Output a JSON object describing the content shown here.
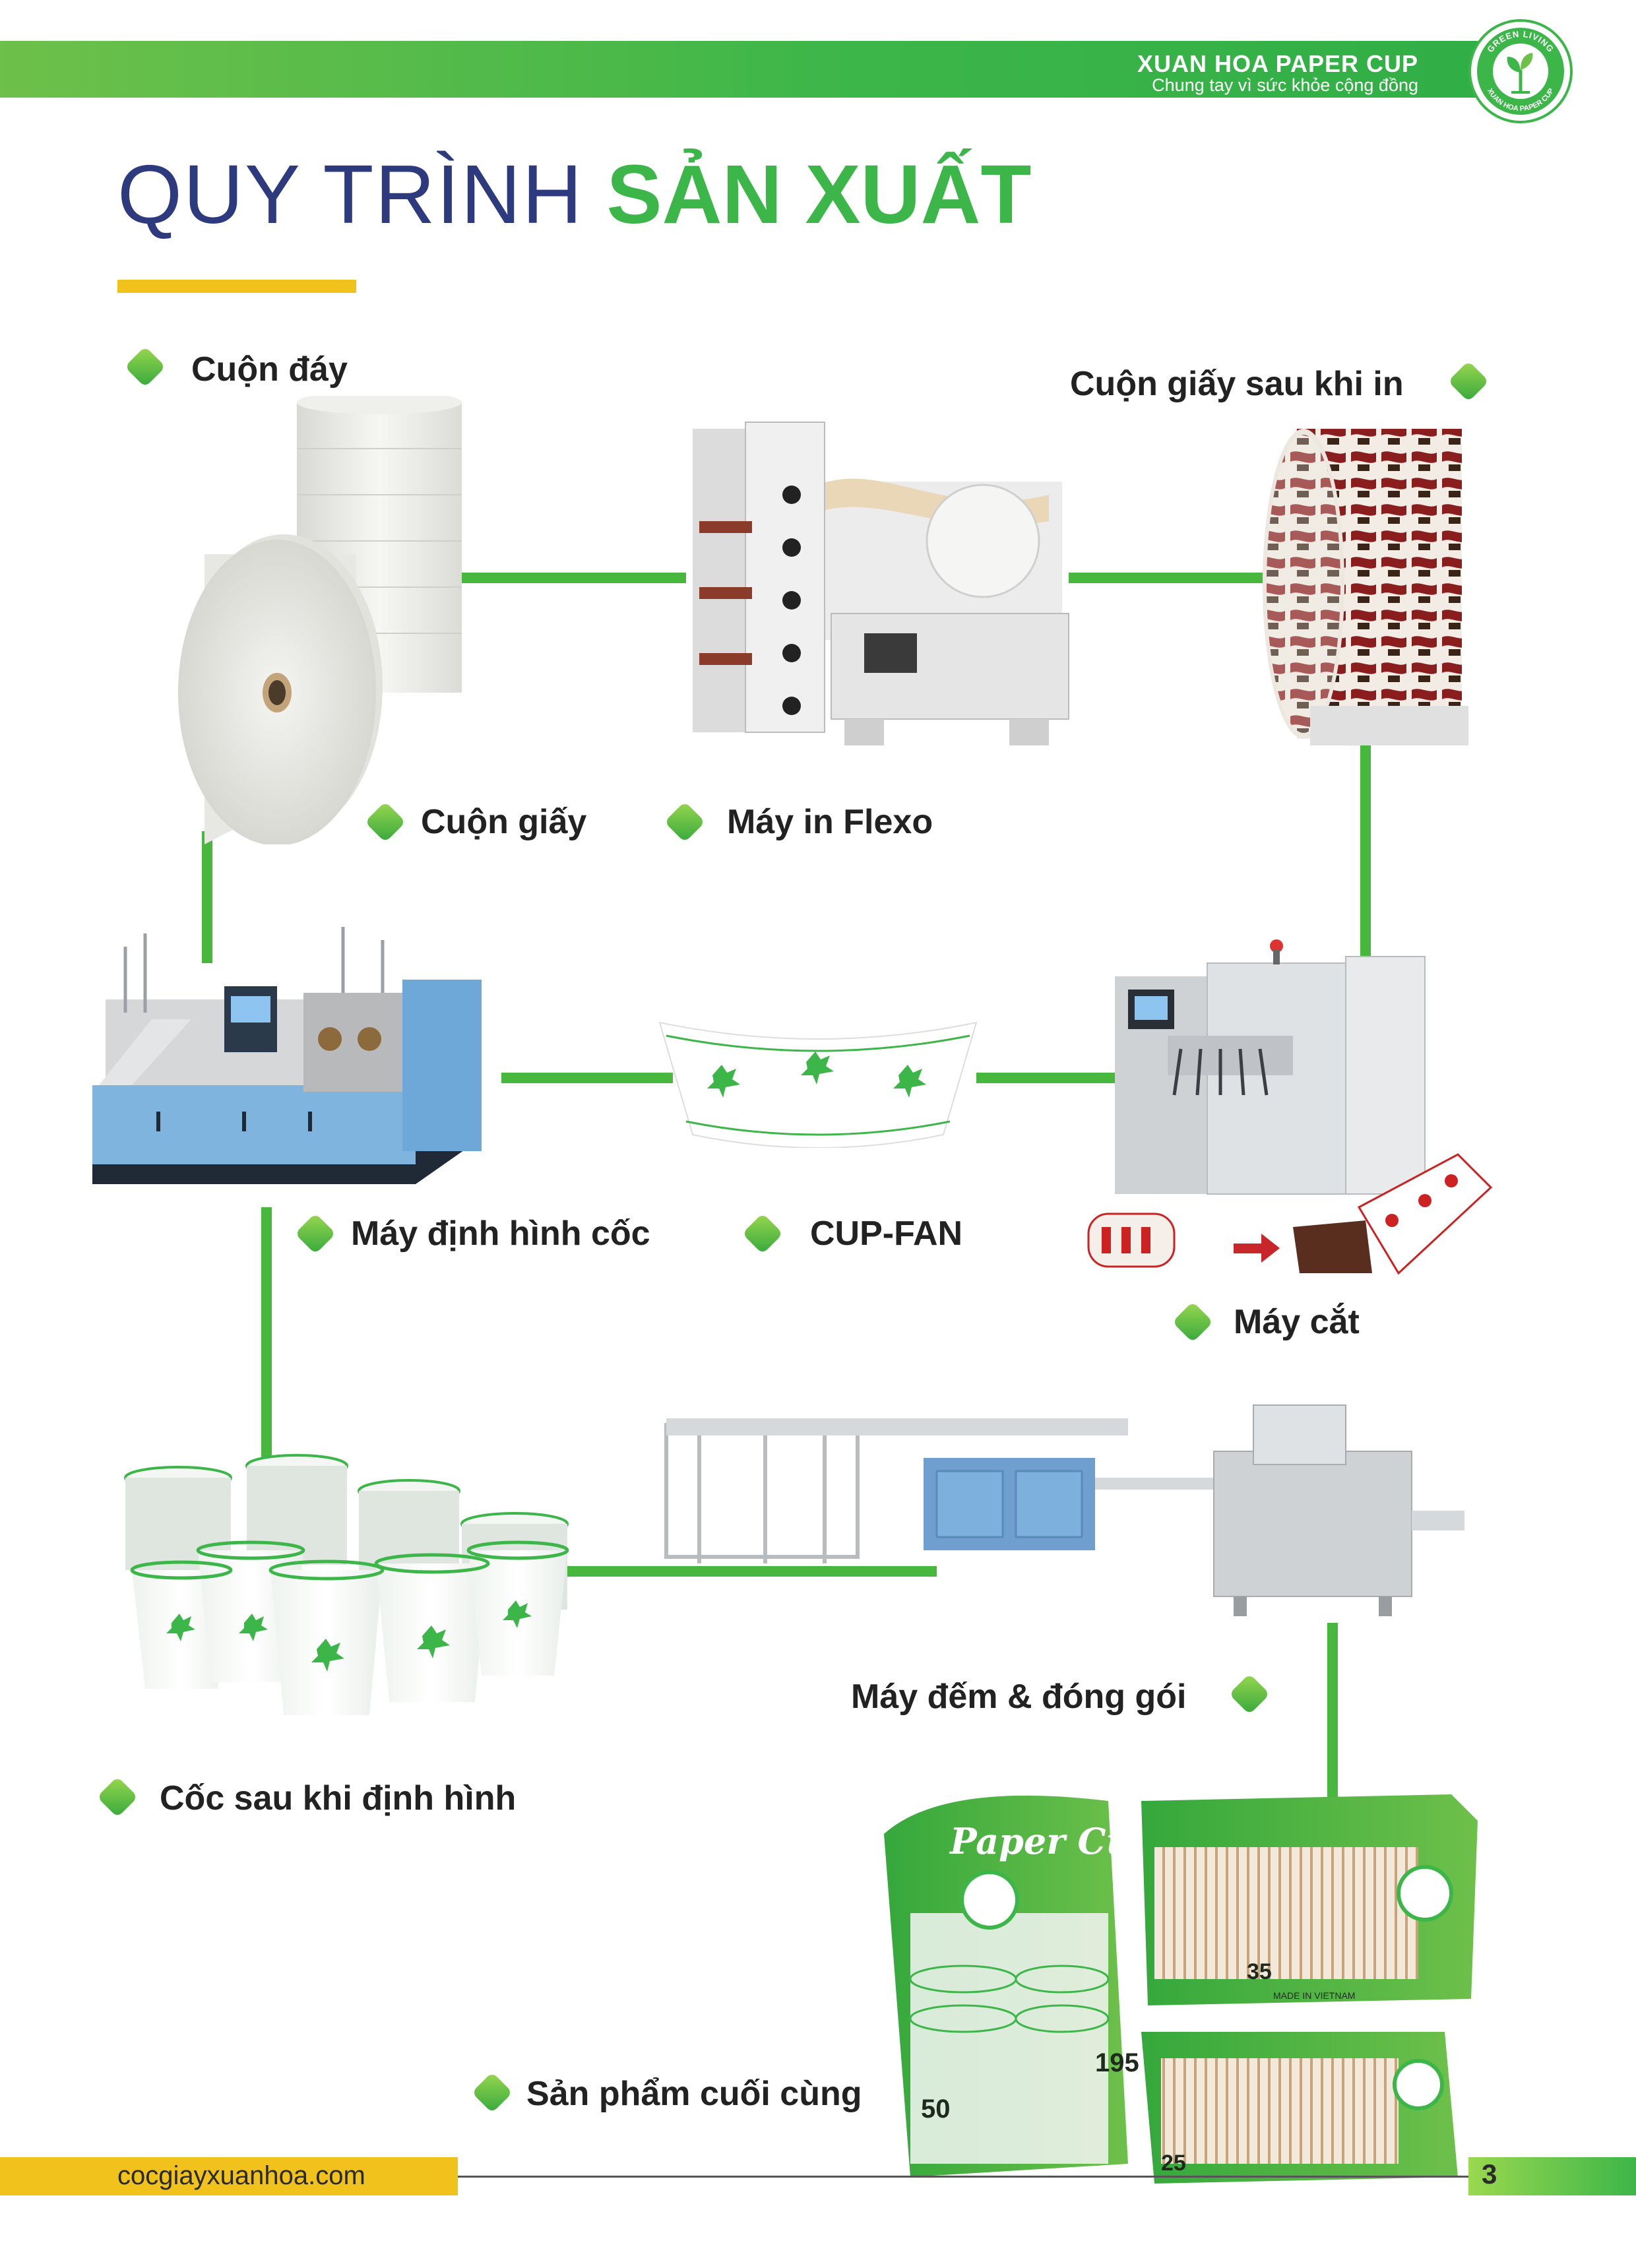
{
  "header": {
    "brand_name": "XUAN HOA PAPER CUP",
    "slogan": "Chung tay vì sức khỏe cộng đồng",
    "logo_ring_top": "GREEN LIVING",
    "logo_ring_bottom": "XUAN HOA PAPER CUP"
  },
  "title": {
    "part1": "QUY TRÌNH",
    "part2": "SẢN XUẤT"
  },
  "steps": {
    "bottom_roll": "Cuộn đáy",
    "printed_roll": "Cuộn giấy sau khi in",
    "paper_roll": "Cuộn giấy",
    "flexo": "Máy in Flexo",
    "forming_machine": "Máy định hình cốc",
    "cup_fan": "CUP-FAN",
    "cutter": "Máy cắt",
    "formed_cups": "Cốc sau khi định hình",
    "counting_packing": "Máy đếm & đóng gói",
    "final_product": "Sản phẩm cuối cùng"
  },
  "packaging": {
    "brand_script": "Paper Cup",
    "size_a": "195",
    "count_a": "50",
    "size_b": "35",
    "count_b": "25",
    "made_in": "MADE IN VIETNAM"
  },
  "footer": {
    "url": "cocgiayxuanhoa.com",
    "page_number": "3"
  },
  "colors": {
    "brand_green": "#3db649",
    "title_navy": "#2e3a7e",
    "accent_yellow": "#f0c21b"
  }
}
